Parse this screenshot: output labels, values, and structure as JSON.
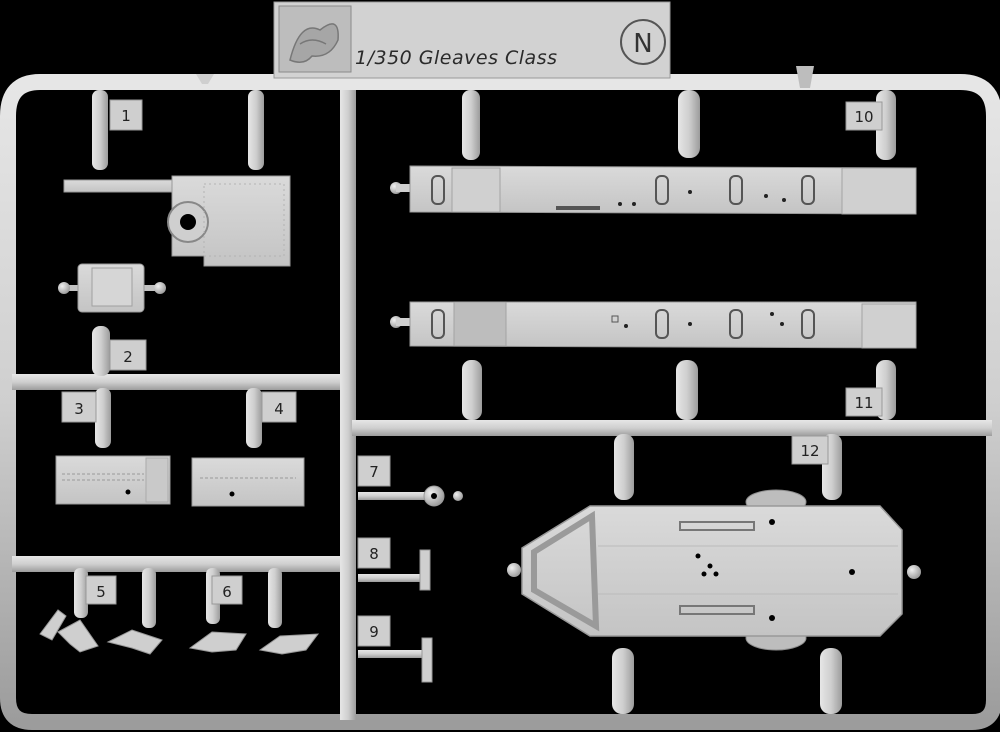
{
  "sprue": {
    "title": "1/350 Gleaves Class",
    "letter": "N",
    "part_numbers": [
      "1",
      "2",
      "3",
      "4",
      "5",
      "6",
      "7",
      "8",
      "9",
      "10",
      "11",
      "12"
    ]
  },
  "colors": {
    "background": "#000000",
    "plastic": "#cfcfcf",
    "plastic_shadow": "#9a9a9a",
    "plastic_highlight": "#e4e4e4",
    "label_text": "#222222"
  },
  "icons": {
    "logo": "dragon-logo-icon"
  }
}
